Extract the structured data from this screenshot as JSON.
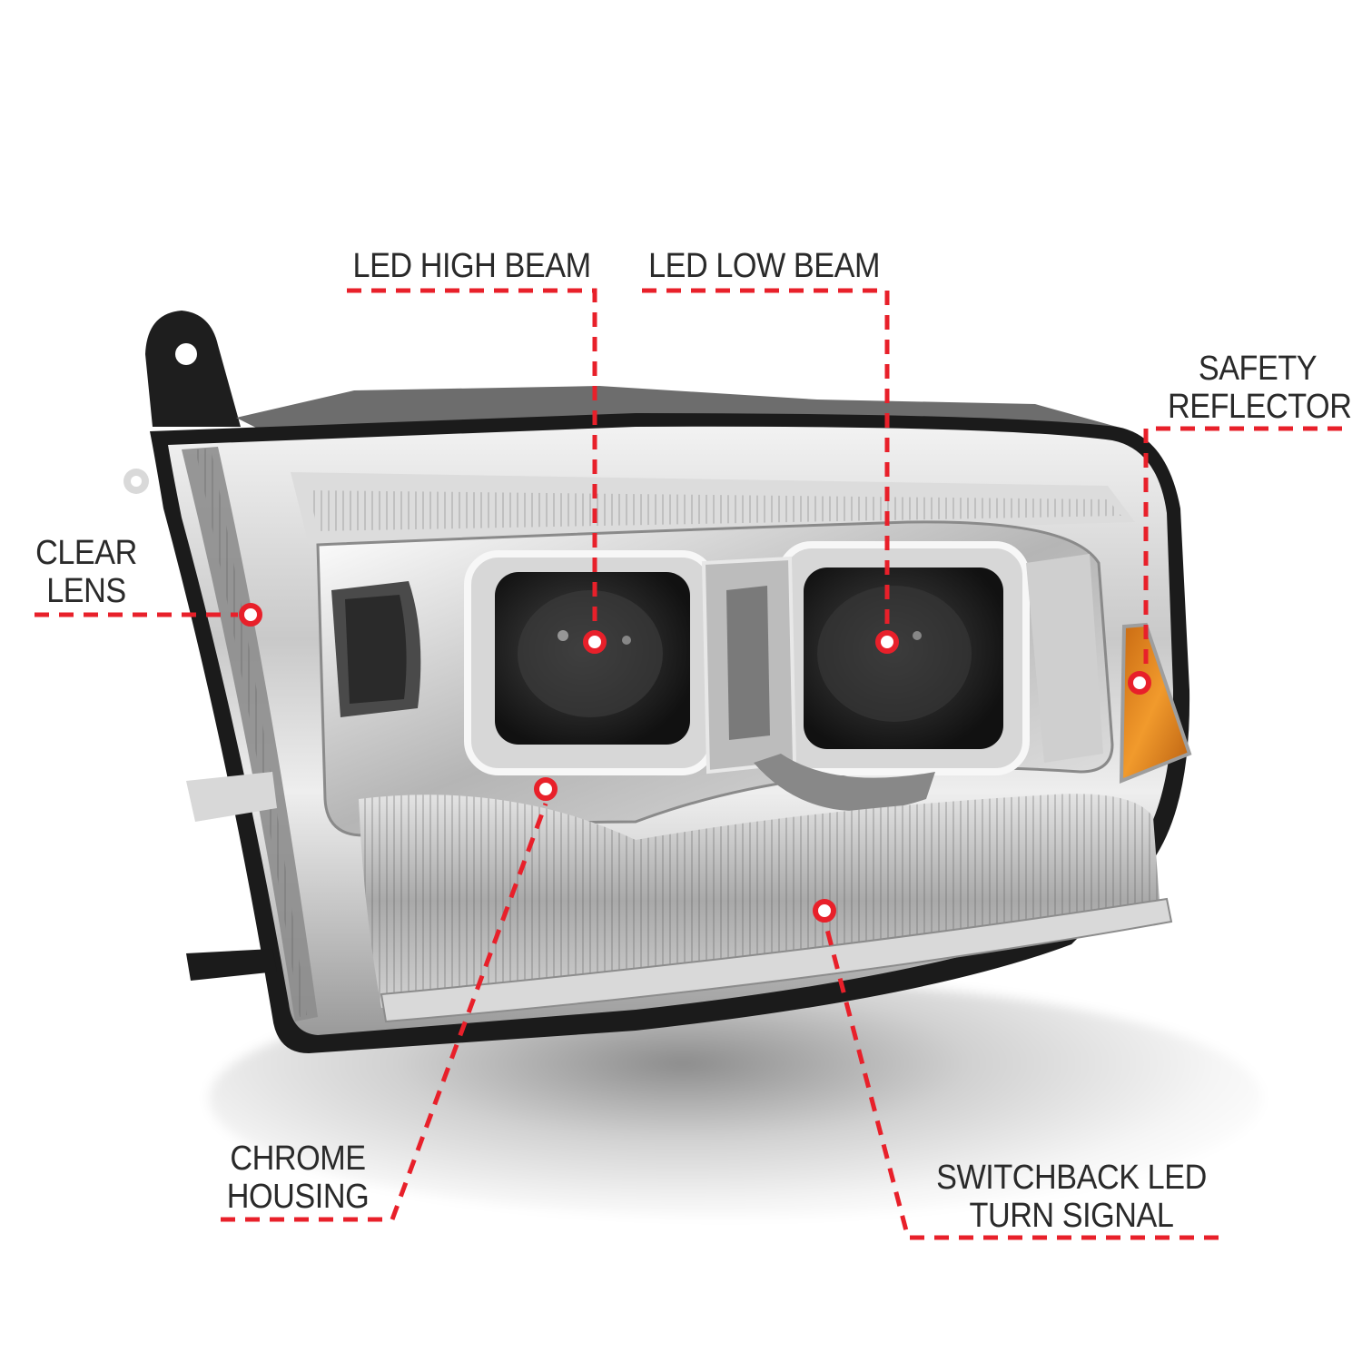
{
  "image": {
    "subject": "Projector headlight with labeled features",
    "background_color": "#ffffff",
    "accent_color": "#e8202a",
    "text_color": "#2a2a2a",
    "amber_color": "#e0861e"
  },
  "callouts": [
    {
      "id": "led-high-beam",
      "lines": [
        "LED HIGH BEAM"
      ]
    },
    {
      "id": "led-low-beam",
      "lines": [
        "LED LOW BEAM"
      ]
    },
    {
      "id": "safety-reflector",
      "lines": [
        "SAFETY",
        "REFLECTOR"
      ]
    },
    {
      "id": "clear-lens",
      "lines": [
        "CLEAR",
        "LENS"
      ]
    },
    {
      "id": "chrome-housing",
      "lines": [
        "CHROME",
        "HOUSING"
      ]
    },
    {
      "id": "switchback-turn-signal",
      "lines": [
        "SWITCHBACK LED",
        "TURN SIGNAL"
      ]
    }
  ]
}
